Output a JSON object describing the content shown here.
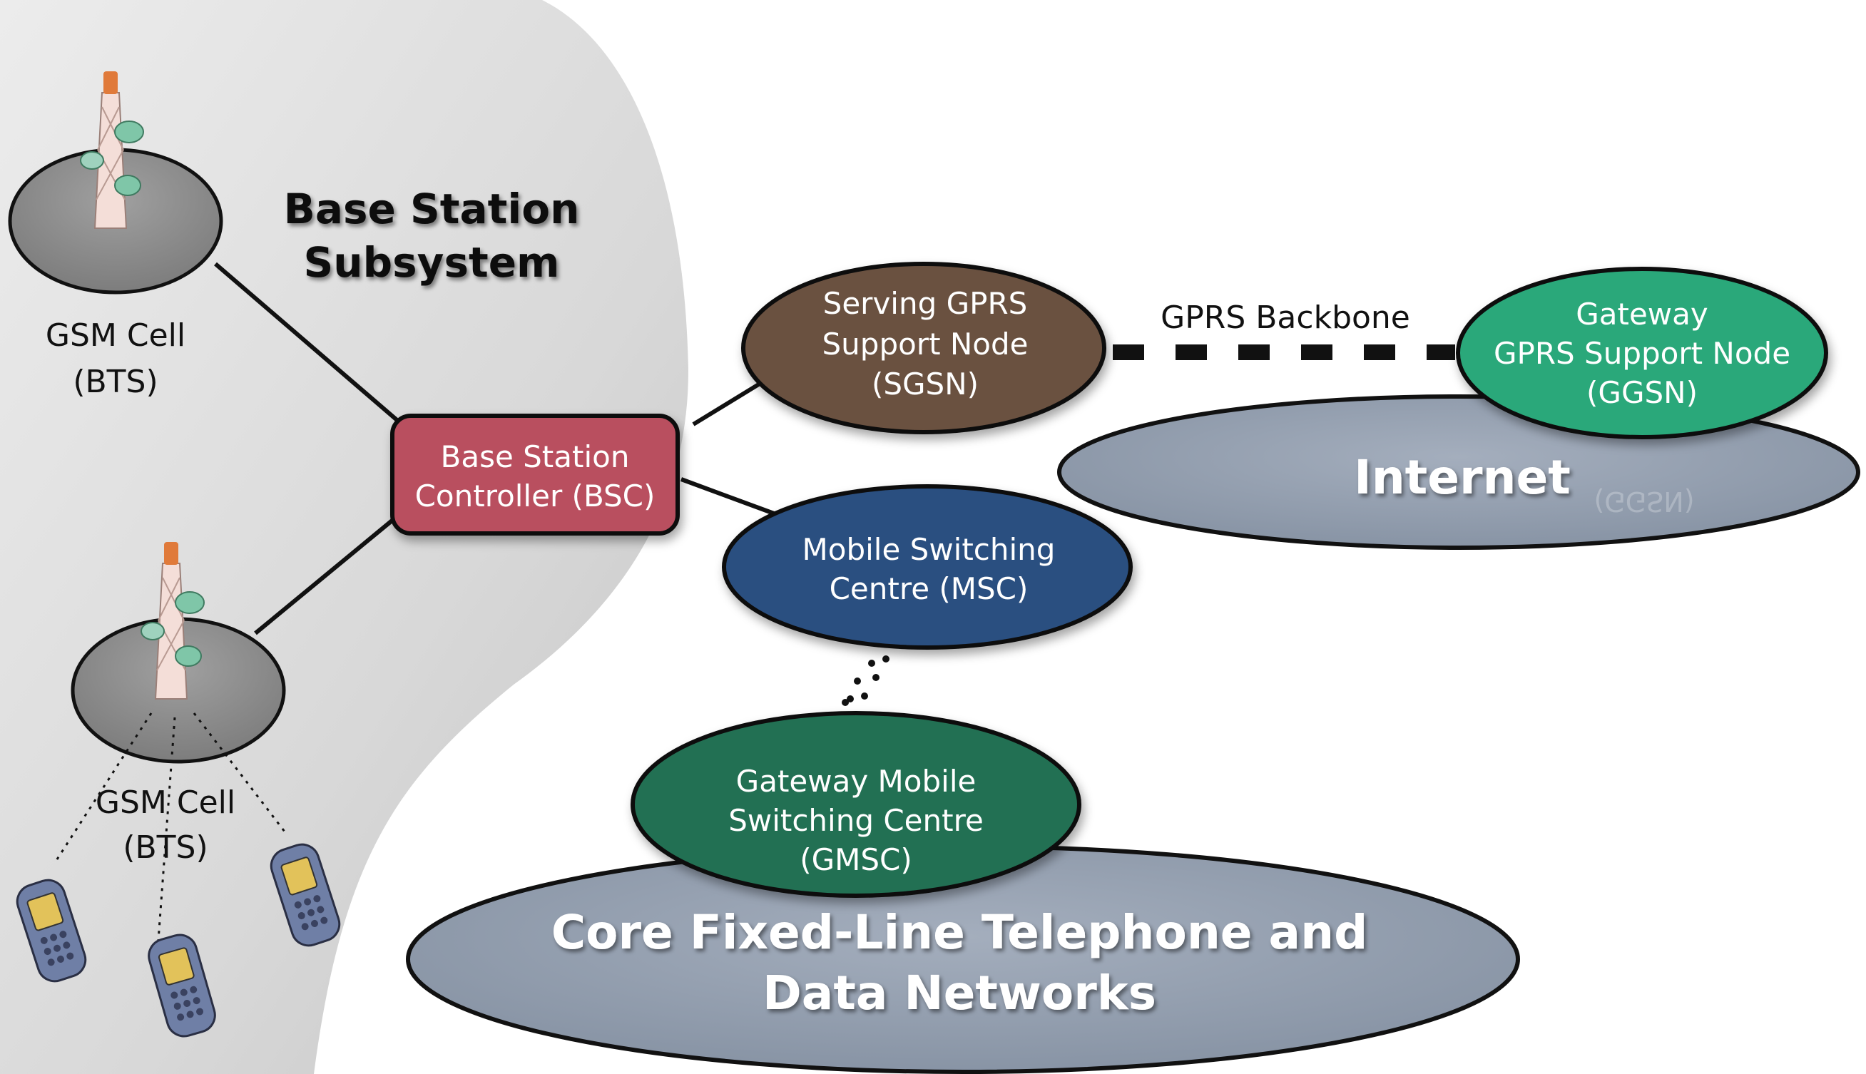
{
  "bss": {
    "title_line1": "Base Station",
    "title_line2": "Subsystem"
  },
  "cell_top": {
    "line1": "GSM Cell",
    "line2": "(BTS)"
  },
  "cell_bottom": {
    "line1": "GSM Cell",
    "line2": "(BTS)"
  },
  "bsc": {
    "line1": "Base Station",
    "line2": "Controller (BSC)"
  },
  "sgsn": {
    "line1": "Serving GPRS",
    "line2": "Support Node",
    "line3": "(SGSN)"
  },
  "backbone": {
    "label": "GPRS Backbone"
  },
  "ggsn": {
    "line1": "Gateway",
    "line2": "GPRS Support Node",
    "line3": "(GGSN)"
  },
  "internet": {
    "label": "Internet",
    "reflection": "(GGSN)"
  },
  "msc": {
    "line1": "Mobile Switching",
    "line2": "Centre (MSC)"
  },
  "gmsc": {
    "line1": "Gateway Mobile",
    "line2": "Switching Centre",
    "line3": "(GMSC)"
  },
  "core": {
    "line1": "Core Fixed-Line Telephone and",
    "line2": "Data Networks"
  },
  "colors": {
    "bss_region": "#d6d6d6",
    "cell_disc": "#8a8a8a",
    "bsc": "#b9505f",
    "sgsn": "#6b5140",
    "ggsn": "#2aa87a",
    "msc": "#2a4f80",
    "gmsc": "#226f52",
    "cloud": "#96a1b1"
  }
}
